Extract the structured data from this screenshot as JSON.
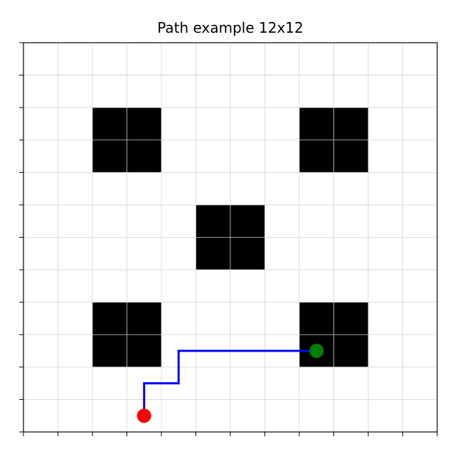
{
  "chart_data": {
    "type": "grid",
    "title": "Path example 12x12",
    "xlabel": "",
    "ylabel": "",
    "xlim": [
      0,
      12
    ],
    "ylim": [
      0,
      12
    ],
    "grid": true,
    "tick_labels": false,
    "colors": {
      "grid": "#d3d3d3",
      "obstacle": "#000000",
      "path": "#0000ff",
      "start": "#ff0000",
      "goal": "#008000"
    },
    "obstacles": [
      {
        "x": [
          2,
          4
        ],
        "y": [
          8,
          10
        ]
      },
      {
        "x": [
          8,
          10
        ],
        "y": [
          8,
          10
        ]
      },
      {
        "x": [
          5,
          7
        ],
        "y": [
          5,
          7
        ]
      },
      {
        "x": [
          2,
          4
        ],
        "y": [
          2,
          4
        ]
      },
      {
        "x": [
          8,
          10
        ],
        "y": [
          2,
          4
        ]
      }
    ],
    "path": [
      [
        3.5,
        0.5
      ],
      [
        3.5,
        1.5
      ],
      [
        4.5,
        1.5
      ],
      [
        4.5,
        2.5
      ],
      [
        5.5,
        2.5
      ],
      [
        6.5,
        2.5
      ],
      [
        7.5,
        2.5
      ],
      [
        8.5,
        2.5
      ]
    ],
    "start": [
      3.5,
      0.5
    ],
    "goal": [
      8.5,
      2.5
    ]
  }
}
